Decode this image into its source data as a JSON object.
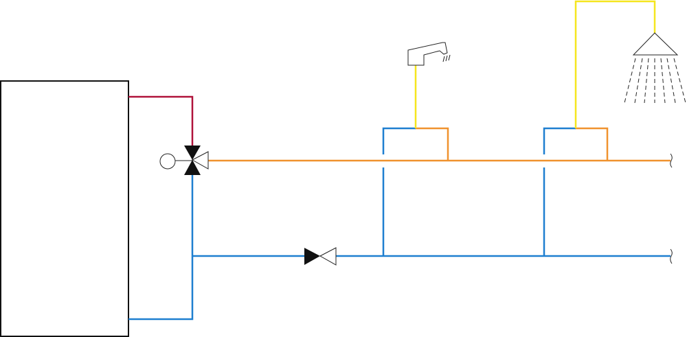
{
  "diagram": {
    "type": "domestic hot water circulation schematic",
    "colors": {
      "hot_supply": "#b0123a",
      "cold_return": "#1e7fd0",
      "mixed_supply": "#f0922e",
      "outlet": "#f5e61e",
      "outline": "#222222"
    },
    "components": [
      "water-heater-tank",
      "three-way-mixing-valve",
      "check-valve",
      "faucet-icon",
      "shower-head-icon",
      "pipe-break-icon"
    ]
  }
}
